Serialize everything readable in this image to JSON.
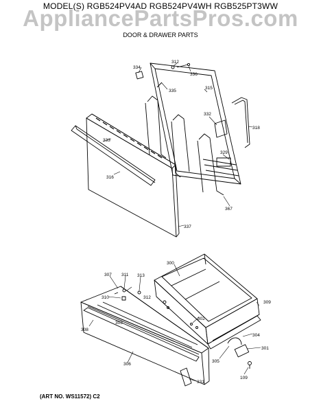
{
  "header": {
    "models": "MODEL(S) RGB524PV4AD  RGB524PV4WH  RGB525PT3WW",
    "watermark": "AppliancePartsPros.com",
    "section_title": "DOOR & DRAWER PARTS"
  },
  "callouts": {
    "p312": "312",
    "p334": "334",
    "p336": "336",
    "p335": "335",
    "p315": "315",
    "p332": "332",
    "p318": "318",
    "p333": "333",
    "p329": "329",
    "p316": "316",
    "p367": "367",
    "p337": "337",
    "p300": "300",
    "p307": "307",
    "p311": "311",
    "p313": "313",
    "p312b": "312",
    "p310": "310",
    "p303": "303",
    "p309": "309",
    "p308": "308",
    "p302": "302",
    "p304": "304",
    "p305": "305",
    "p301": "301",
    "p109": "109",
    "p306": "306",
    "p331": "331"
  },
  "footer": {
    "art_no": "(ART NO. WS11572) C2"
  }
}
